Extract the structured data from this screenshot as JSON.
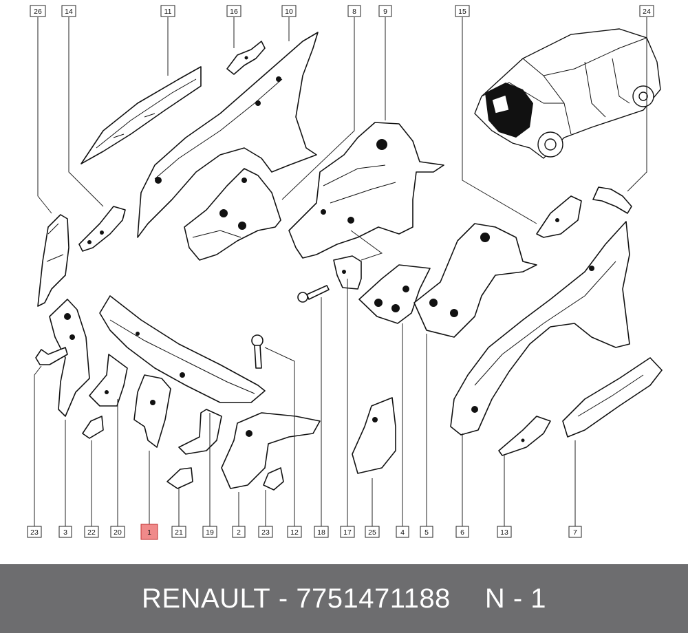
{
  "callouts": [
    {
      "label": "26",
      "highlight": false
    },
    {
      "label": "14",
      "highlight": false
    },
    {
      "label": "11",
      "highlight": false
    },
    {
      "label": "16",
      "highlight": false
    },
    {
      "label": "10",
      "highlight": false
    },
    {
      "label": "8",
      "highlight": false
    },
    {
      "label": "9",
      "highlight": false
    },
    {
      "label": "15",
      "highlight": false
    },
    {
      "label": "24",
      "highlight": false
    },
    {
      "label": "23",
      "highlight": false
    },
    {
      "label": "3",
      "highlight": false
    },
    {
      "label": "22",
      "highlight": false
    },
    {
      "label": "20",
      "highlight": false
    },
    {
      "label": "1",
      "highlight": true
    },
    {
      "label": "21",
      "highlight": false
    },
    {
      "label": "19",
      "highlight": false
    },
    {
      "label": "2",
      "highlight": false
    },
    {
      "label": "23",
      "highlight": false
    },
    {
      "label": "12",
      "highlight": false
    },
    {
      "label": "18",
      "highlight": false
    },
    {
      "label": "17",
      "highlight": false
    },
    {
      "label": "25",
      "highlight": false
    },
    {
      "label": "4",
      "highlight": false
    },
    {
      "label": "5",
      "highlight": false
    },
    {
      "label": "6",
      "highlight": false
    },
    {
      "label": "13",
      "highlight": false
    },
    {
      "label": "7",
      "highlight": false
    }
  ],
  "footer": {
    "brand": "RENAULT",
    "separator": "-",
    "part_number": "7751471188",
    "position": "N - 1"
  },
  "colors": {
    "footer_bg": "#6d6d6f",
    "highlight": "#f08a8a"
  }
}
